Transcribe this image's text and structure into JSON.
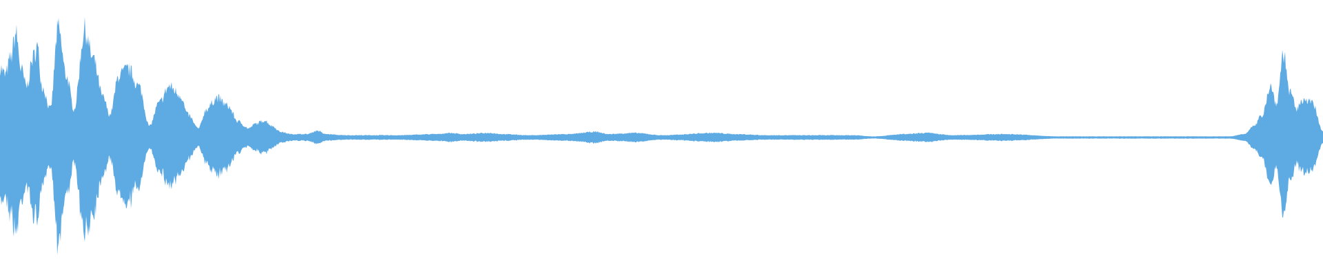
{
  "waveform": {
    "color": "#5EAAE3",
    "background": "#FFFFFF",
    "amplitude_envelope": [
      [
        0.0,
        0.62
      ],
      [
        0.004,
        0.55
      ],
      [
        0.008,
        0.7
      ],
      [
        0.012,
        0.92
      ],
      [
        0.016,
        0.6
      ],
      [
        0.02,
        0.45
      ],
      [
        0.025,
        0.7
      ],
      [
        0.028,
        0.8
      ],
      [
        0.032,
        0.45
      ],
      [
        0.038,
        0.25
      ],
      [
        0.044,
        0.96
      ],
      [
        0.05,
        0.55
      ],
      [
        0.056,
        0.25
      ],
      [
        0.064,
        0.95
      ],
      [
        0.07,
        0.7
      ],
      [
        0.078,
        0.35
      ],
      [
        0.083,
        0.2
      ],
      [
        0.09,
        0.55
      ],
      [
        0.097,
        0.6
      ],
      [
        0.105,
        0.45
      ],
      [
        0.113,
        0.1
      ],
      [
        0.12,
        0.3
      ],
      [
        0.128,
        0.45
      ],
      [
        0.136,
        0.38
      ],
      [
        0.142,
        0.2
      ],
      [
        0.15,
        0.08
      ],
      [
        0.156,
        0.25
      ],
      [
        0.164,
        0.35
      ],
      [
        0.172,
        0.28
      ],
      [
        0.18,
        0.14
      ],
      [
        0.188,
        0.08
      ],
      [
        0.193,
        0.12
      ],
      [
        0.2,
        0.15
      ],
      [
        0.206,
        0.1
      ],
      [
        0.212,
        0.05
      ],
      [
        0.22,
        0.03
      ],
      [
        0.232,
        0.03
      ],
      [
        0.24,
        0.06
      ],
      [
        0.246,
        0.03
      ],
      [
        0.26,
        0.02
      ],
      [
        0.3,
        0.02
      ],
      [
        0.33,
        0.03
      ],
      [
        0.34,
        0.04
      ],
      [
        0.35,
        0.03
      ],
      [
        0.37,
        0.04
      ],
      [
        0.38,
        0.03
      ],
      [
        0.4,
        0.02
      ],
      [
        0.43,
        0.03
      ],
      [
        0.45,
        0.05
      ],
      [
        0.46,
        0.03
      ],
      [
        0.48,
        0.04
      ],
      [
        0.5,
        0.02
      ],
      [
        0.54,
        0.04
      ],
      [
        0.555,
        0.03
      ],
      [
        0.58,
        0.02
      ],
      [
        0.6,
        0.02
      ],
      [
        0.645,
        0.02
      ],
      [
        0.66,
        0.01
      ],
      [
        0.685,
        0.03
      ],
      [
        0.7,
        0.04
      ],
      [
        0.72,
        0.02
      ],
      [
        0.76,
        0.03
      ],
      [
        0.8,
        0.01
      ],
      [
        0.85,
        0.01
      ],
      [
        0.9,
        0.01
      ],
      [
        0.93,
        0.01
      ],
      [
        0.94,
        0.03
      ],
      [
        0.948,
        0.1
      ],
      [
        0.954,
        0.2
      ],
      [
        0.96,
        0.45
      ],
      [
        0.965,
        0.3
      ],
      [
        0.97,
        0.75
      ],
      [
        0.975,
        0.4
      ],
      [
        0.98,
        0.25
      ],
      [
        0.986,
        0.35
      ],
      [
        0.992,
        0.3
      ],
      [
        1.0,
        0.05
      ]
    ]
  }
}
